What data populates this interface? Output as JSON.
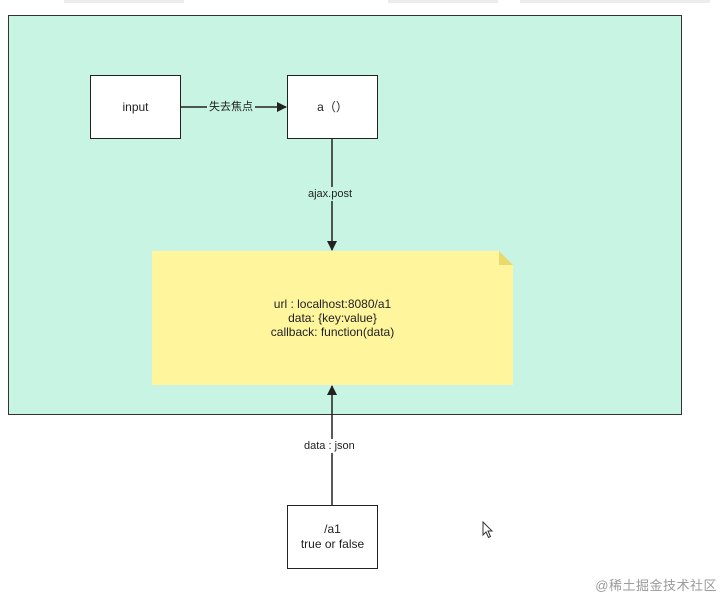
{
  "colors": {
    "container_fill": "#c8f5e3",
    "note_fill": "#fff59d",
    "node_fill": "#ffffff",
    "stroke": "#222222"
  },
  "nodes": {
    "input": "input",
    "a_fn": "a（）",
    "note_lines": [
      "url : localhost:8080/a1",
      "data: {key:value}",
      "callback: function(data)"
    ],
    "server_lines": [
      "/a1",
      "true or false"
    ]
  },
  "edges": {
    "blur": "失去焦点",
    "ajax_post": "ajax.post",
    "data_json": "data : json"
  },
  "watermark": "@稀土掘金技术社区",
  "icons": {
    "cursor": "mouse-pointer-icon"
  }
}
